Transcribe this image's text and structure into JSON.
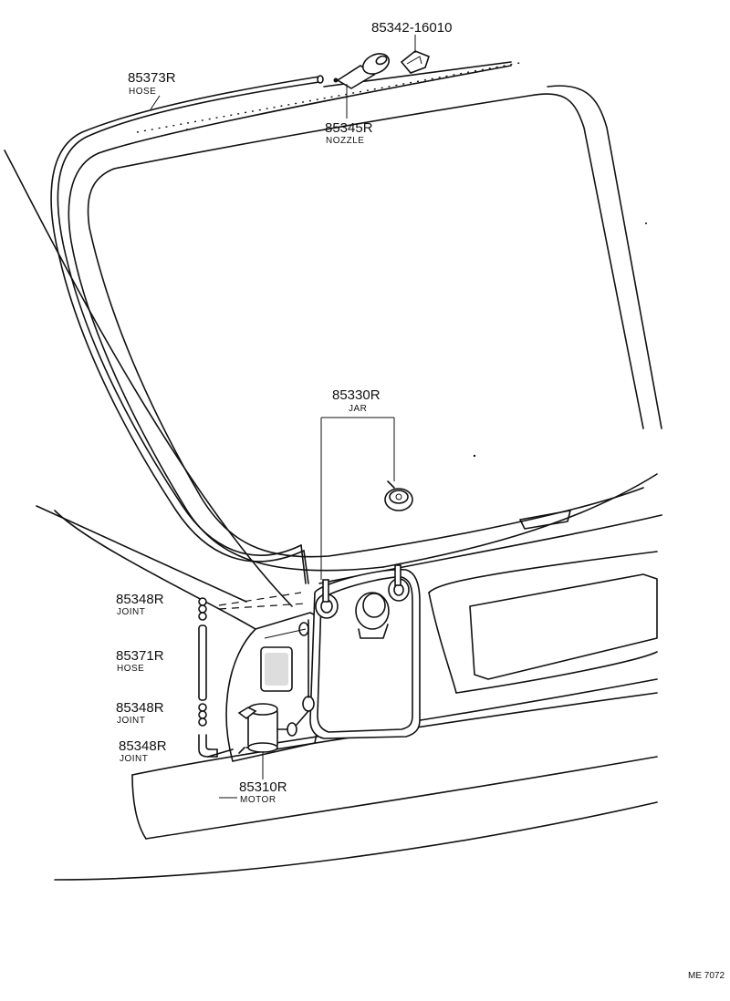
{
  "parts": {
    "hose_top": {
      "number": "85373R",
      "name": "HOSE"
    },
    "clip": {
      "number": "85342-16010"
    },
    "nozzle": {
      "number": "85345R",
      "name": "NOZZLE"
    },
    "jar": {
      "number": "85330R",
      "name": "JAR"
    },
    "joint_a": {
      "number": "85348R",
      "name": "JOINT"
    },
    "hose_mid": {
      "number": "85371R",
      "name": "HOSE"
    },
    "joint_b": {
      "number": "85348R",
      "name": "JOINT"
    },
    "joint_c": {
      "number": "85348R",
      "name": "JOINT"
    },
    "motor": {
      "number": "85310R",
      "name": "MOTOR"
    }
  },
  "reference": "ME 7072"
}
